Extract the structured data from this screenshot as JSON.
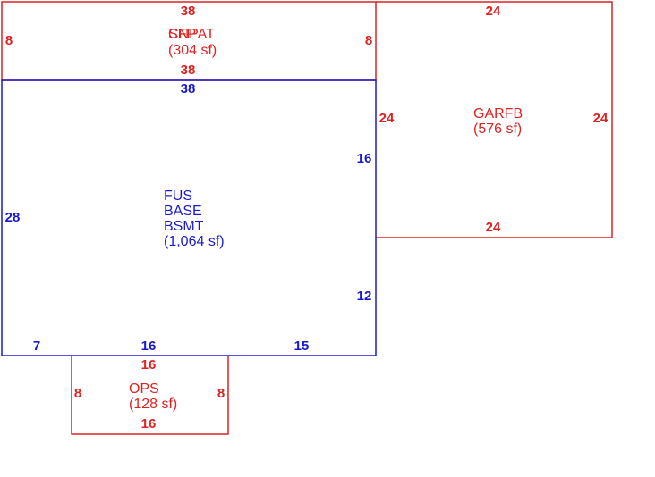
{
  "colors": {
    "red": "#dd2222",
    "blue": "#1a1acc",
    "background": "#ffffff"
  },
  "areas": {
    "patio": {
      "label_lines": [
        "CNPAT",
        "(304 sf)"
      ],
      "overlap_text": "SFP",
      "dims": {
        "top": "38",
        "bottom": "38",
        "left": "8",
        "right": "8"
      }
    },
    "garage": {
      "label_lines": [
        "GARFB",
        "(576 sf)"
      ],
      "dims": {
        "top": "24",
        "bottom": "24",
        "left": "24",
        "right": "24"
      }
    },
    "basement": {
      "label_lines": [
        "FUS",
        "BASE",
        "BSMT",
        "(1,064 sf)"
      ],
      "dims": {
        "top": "38",
        "left": "28",
        "right_upper": "16",
        "right_lower": "12",
        "bottom_left": "7",
        "bottom_mid": "16",
        "bottom_right": "15"
      }
    },
    "porch": {
      "label_lines": [
        "OPS",
        "(128 sf)"
      ],
      "dims": {
        "top": "16",
        "bottom": "16",
        "left": "8",
        "right": "8"
      }
    }
  }
}
